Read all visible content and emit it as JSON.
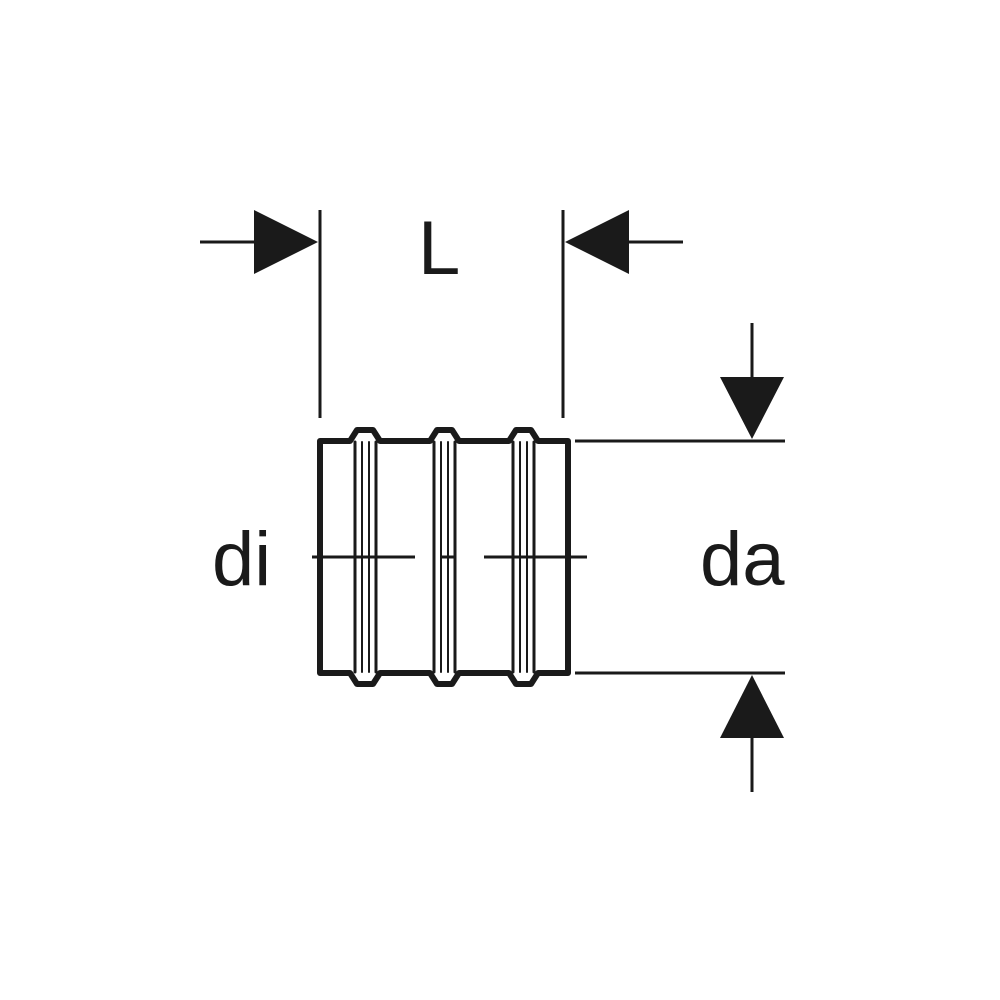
{
  "labels": {
    "length": "L",
    "inner_diameter": "di",
    "outer_diameter": "da"
  },
  "colors": {
    "ink": "#1a1a1a",
    "background": "#ffffff"
  }
}
